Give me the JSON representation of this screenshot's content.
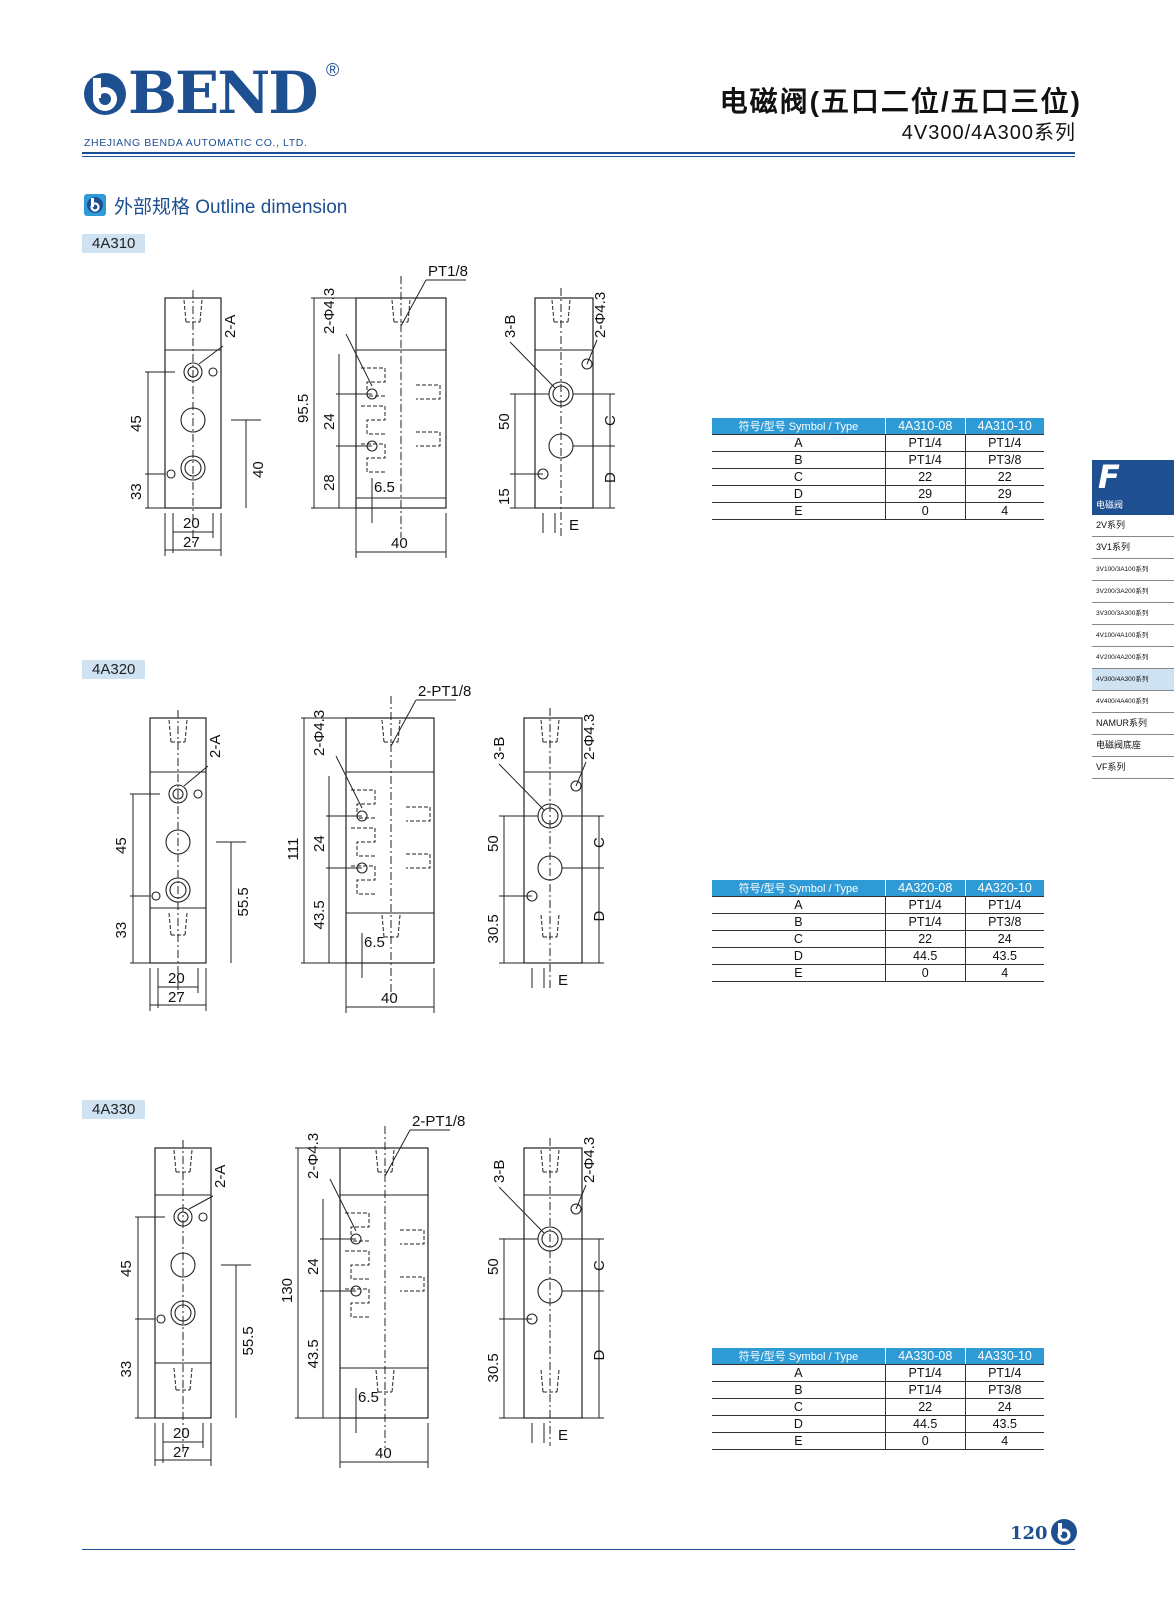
{
  "header": {
    "logo_text": "BEND",
    "registered": "®",
    "company": "ZHEJIANG BENDA  AUTOMATIC CO., LTD.",
    "title": "电磁阀(五口二位/五口三位)",
    "subtitle": "4V300/4A300系列"
  },
  "section": {
    "title": "外部规格 Outline dimension"
  },
  "models": [
    {
      "tag": "4A310",
      "port_label": "PT1/8",
      "dims": {
        "a": "2-A",
        "hole": "2-Φ4.3",
        "b": "3-B",
        "h_top": "45",
        "h_bot": "33",
        "h_right": "40",
        "w_in": "20",
        "w_out": "27",
        "total": "95.5",
        "mid1": "24",
        "mid2": "28",
        "off": "6.5",
        "depth": "40",
        "s1": "50",
        "s2": "15",
        "c": "C",
        "d": "D",
        "e": "E"
      },
      "table": {
        "headers": [
          "符号/型号 Symbol / Type",
          "4A310-08",
          "4A310-10"
        ],
        "rows": [
          [
            "A",
            "PT1/4",
            "PT1/4"
          ],
          [
            "B",
            "PT1/4",
            "PT3/8"
          ],
          [
            "C",
            "22",
            "22"
          ],
          [
            "D",
            "29",
            "29"
          ],
          [
            "E",
            "0",
            "4"
          ]
        ]
      }
    },
    {
      "tag": "4A320",
      "port_label": "2-PT1/8",
      "dims": {
        "a": "2-A",
        "hole": "2-Φ4.3",
        "b": "3-B",
        "h_top": "45",
        "h_bot": "33",
        "h_right": "55.5",
        "w_in": "20",
        "w_out": "27",
        "total": "111",
        "mid1": "24",
        "mid2": "43.5",
        "off": "6.5",
        "depth": "40",
        "s1": "50",
        "s2": "30.5",
        "c": "C",
        "d": "D",
        "e": "E"
      },
      "table": {
        "headers": [
          "符号/型号 Symbol / Type",
          "4A320-08",
          "4A320-10"
        ],
        "rows": [
          [
            "A",
            "PT1/4",
            "PT1/4"
          ],
          [
            "B",
            "PT1/4",
            "PT3/8"
          ],
          [
            "C",
            "22",
            "24"
          ],
          [
            "D",
            "44.5",
            "43.5"
          ],
          [
            "E",
            "0",
            "4"
          ]
        ]
      }
    },
    {
      "tag": "4A330",
      "port_label": "2-PT1/8",
      "dims": {
        "a": "2-A",
        "hole": "2-Φ4.3",
        "b": "3-B",
        "h_top": "45",
        "h_bot": "33",
        "h_right": "55.5",
        "w_in": "20",
        "w_out": "27",
        "total": "130",
        "mid1": "24",
        "mid2": "43.5",
        "off": "6.5",
        "depth": "40",
        "s1": "50",
        "s2": "30.5",
        "c": "C",
        "d": "D",
        "e": "E"
      },
      "table": {
        "headers": [
          "符号/型号 Symbol / Type",
          "4A330-08",
          "4A330-10"
        ],
        "rows": [
          [
            "A",
            "PT1/4",
            "PT1/4"
          ],
          [
            "B",
            "PT1/4",
            "PT3/8"
          ],
          [
            "C",
            "22",
            "24"
          ],
          [
            "D",
            "44.5",
            "43.5"
          ],
          [
            "E",
            "0",
            "4"
          ]
        ]
      }
    }
  ],
  "sidebar": {
    "letter": "F",
    "category": "电磁阀",
    "items": [
      "2V系列",
      "3V1系列",
      "3V100/3A100系列",
      "3V200/3A200系列",
      "3V300/3A300系列",
      "4V100/4A100系列",
      "4V200/4A200系列",
      "4V300/4A300系列",
      "4V400/4A400系列",
      "NAMUR系列",
      "电磁阀底座",
      "VF系列"
    ],
    "active_index": 7
  },
  "footer": {
    "page_number": "120"
  },
  "colors": {
    "brand": "#1d4f91",
    "table_header": "#2f9bd6",
    "tag_bg": "#cfe2f2"
  }
}
